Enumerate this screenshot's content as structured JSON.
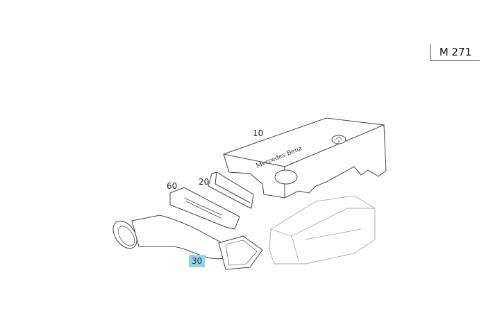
{
  "model_label": "M 271",
  "engine_cover_logo": "Mercedes Benz",
  "callouts": [
    {
      "id": "10",
      "label": "10",
      "highlighted": false
    },
    {
      "id": "20",
      "label": "20",
      "highlighted": false
    },
    {
      "id": "60",
      "label": "60",
      "highlighted": false
    },
    {
      "id": "30",
      "label": "30",
      "highlighted": true
    }
  ],
  "colors": {
    "highlight": "#8fd3ec",
    "line": "#444444",
    "faint_line": "#aaaaaa"
  }
}
